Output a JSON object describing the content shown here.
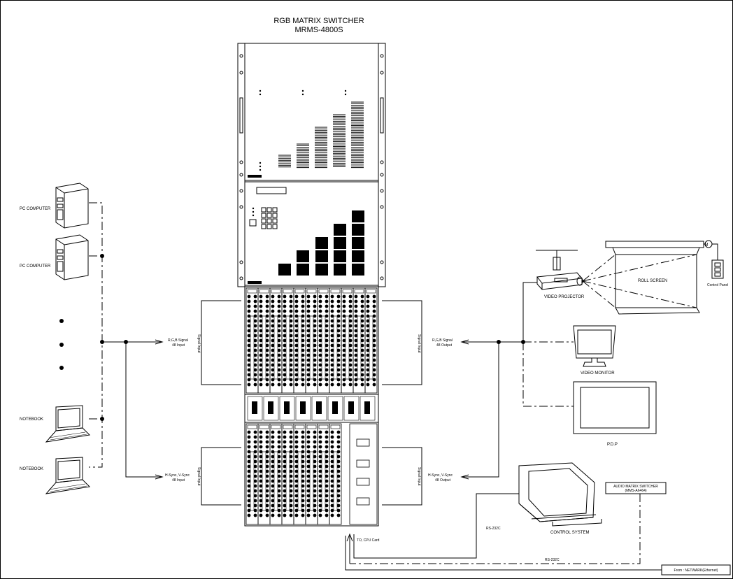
{
  "title": {
    "line1": "RGB MATRIX SWITCHER",
    "line2": "MRMS-4800S"
  },
  "sources": {
    "pc1": "PC COMPUTER",
    "pc2": "PC COMPUTER",
    "notebook1": "NOTEBOOK",
    "notebook2": "NOTEBOOK"
  },
  "inputs": {
    "rgb_line1": "R,G,B Signal",
    "rgb_line2": "48 Input",
    "sync_line1": "H-Sync, V-Sync",
    "sync_line2": "48 Input",
    "bracket_top": "Signal Input",
    "bracket_bottom": "Signal Input"
  },
  "outputs": {
    "rgb_line1": "R,G,B Signal",
    "rgb_line2": "48 Output",
    "sync_line1": "H-Sync, V-Sync",
    "sync_line2": "48 Output",
    "bracket_top": "Signal Input",
    "bracket_bottom": "Signal Input"
  },
  "devices": {
    "projector": "VIDEO PROJECTOR",
    "screen": "ROLL SCREEN",
    "control_panel": "Control Panel",
    "monitor": "VIDEO MONITOR",
    "pdp": "P.D.P",
    "control_system": "CONTROL SYSTEM",
    "audio_line1": "AUDIO MATRIX SWITCHER",
    "audio_line2": "(MMS-A6464)",
    "motor": "M"
  },
  "links": {
    "rs232_1": "RS-232C",
    "rs232_2": "RS-232C",
    "cpu": "TO, CPU Card",
    "network": "From : NETWARK(Ethernet)"
  }
}
